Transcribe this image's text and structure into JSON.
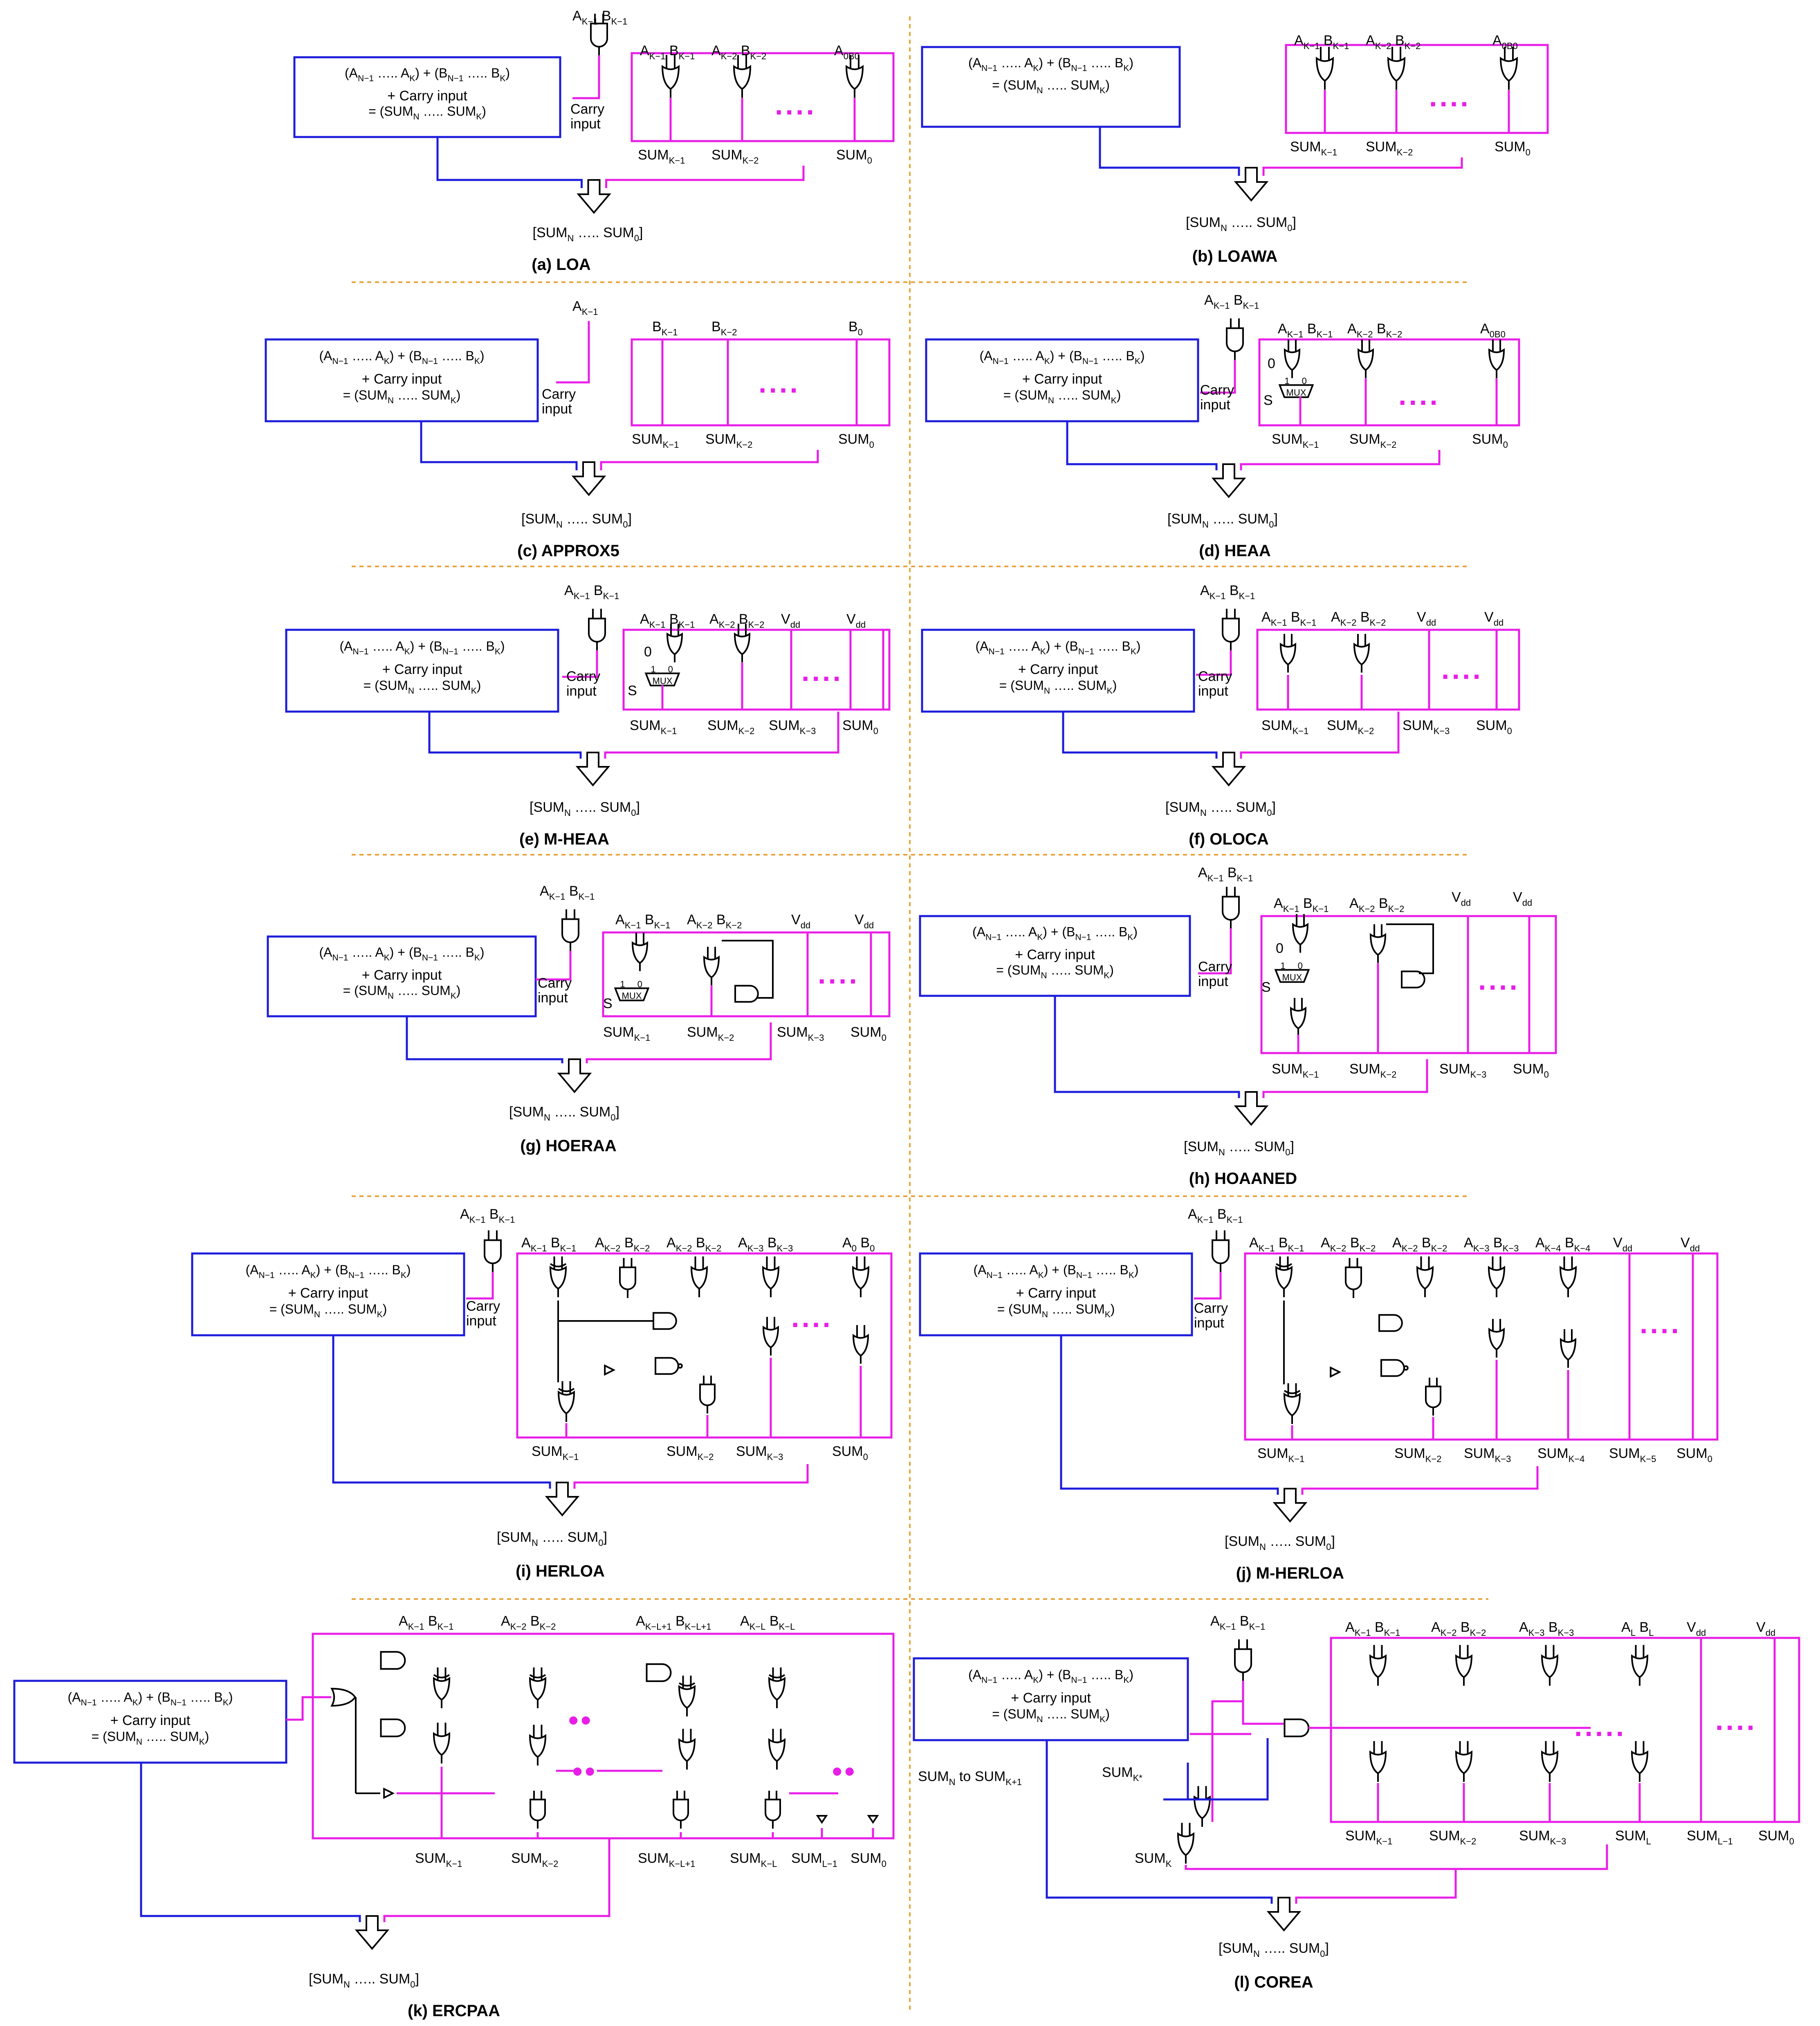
{
  "colors": {
    "approx_block": "#e81ee8",
    "exact_block": "#1d1ddb",
    "separator": "#e8a33a",
    "gates": "#000000"
  },
  "common": {
    "eq1": "(A",
    "result_label": "[SUM",
    "carry_line1": "Carry",
    "carry_line2": "input",
    "plus_carry": "+ Carry input",
    "mux_label": "MUX",
    "dots": "....",
    "vdd": "V",
    "vdd_sub": "dd"
  },
  "panels": [
    {
      "id": "a",
      "caption": "(a) LOA",
      "eq_style": "carry",
      "inputs": [
        "AK−1 BK−1",
        "AK−2 BK−2",
        "A0B0"
      ],
      "outputs": [
        "SUMK−1",
        "SUMK−2",
        "SUM0"
      ]
    },
    {
      "id": "b",
      "caption": "(b) LOAWA",
      "eq_style": "nocarry",
      "inputs": [
        "AK−1 BK−1",
        "AK−2 BK−2",
        "A0B0"
      ],
      "outputs": [
        "SUMK−1",
        "SUMK−2",
        "SUM0"
      ]
    },
    {
      "id": "c",
      "caption": "(c) APPROX5",
      "eq_style": "carry",
      "inputs": [
        "BK−1",
        "BK−2",
        "B0"
      ],
      "outputs": [
        "SUMK−1",
        "SUMK−2",
        "SUM0"
      ]
    },
    {
      "id": "d",
      "caption": "(d) HEAA",
      "eq_style": "carry",
      "inputs": [
        "AK−1 BK−1",
        "AK−2 BK−2",
        "A0B0"
      ],
      "outputs": [
        "SUMK−1",
        "SUMK−2",
        "SUM0"
      ]
    },
    {
      "id": "e",
      "caption": "(e) M-HEAA",
      "eq_style": "carry",
      "inputs": [
        "AK−1 BK−1",
        "AK−2 BK−2",
        "Vdd",
        "Vdd"
      ],
      "outputs": [
        "SUMK−1",
        "SUMK−2",
        "SUMK−3",
        "SUM0"
      ]
    },
    {
      "id": "f",
      "caption": "(f) OLOCA",
      "eq_style": "carry",
      "inputs": [
        "AK−1 BK−1",
        "AK−2 BK−2",
        "Vdd",
        "Vdd"
      ],
      "outputs": [
        "SUMK−1",
        "SUMK−2",
        "SUMK−3",
        "SUM0"
      ]
    },
    {
      "id": "g",
      "caption": "(g) HOERAA",
      "eq_style": "carry",
      "inputs": [
        "AK−1 BK−1",
        "AK−2 BK−2",
        "Vdd",
        "Vdd"
      ],
      "outputs": [
        "SUMK−1",
        "SUMK−2",
        "SUMK−3",
        "SUM0"
      ]
    },
    {
      "id": "h",
      "caption": "(h) HOAANED",
      "eq_style": "carry",
      "inputs": [
        "AK−1 BK−1",
        "AK−2 BK−2",
        "Vdd",
        "Vdd"
      ],
      "outputs": [
        "SUMK−1",
        "SUMK−2",
        "SUMK−3",
        "SUM0"
      ]
    },
    {
      "id": "i",
      "caption": "(i) HERLOA",
      "eq_style": "carry",
      "inputs": [
        "AK−1 BK−1",
        "AK−2 BK−2",
        "AK−2 BK−2",
        "AK−3 BK−3",
        "A0 B0"
      ],
      "outputs": [
        "SUMK−1",
        "SUMK−2",
        "SUMK−3",
        "SUM0"
      ]
    },
    {
      "id": "j",
      "caption": "(j) M-HERLOA",
      "eq_style": "carry",
      "inputs": [
        "AK−1 BK−1",
        "AK−2 BK−2",
        "AK−2 BK−2",
        "AK−3 BK−3",
        "AK−4 BK−4",
        "Vdd",
        "Vdd"
      ],
      "outputs": [
        "SUMK−1",
        "SUMK−2",
        "SUMK−3",
        "SUMK−4",
        "SUMK−5",
        "SUM0"
      ]
    },
    {
      "id": "k",
      "caption": "(k) ERCPAA",
      "eq_style": "carry",
      "inputs": [
        "AK−1 BK−1",
        "AK−2 BK−2",
        "AK−L+1 BK−L+1",
        "AK−L BK−L"
      ],
      "outputs": [
        "SUMK−1",
        "SUMK−2",
        "SUMK−L+1",
        "SUMK−L",
        "SUML−1",
        "SUM0"
      ]
    },
    {
      "id": "l",
      "caption": "(l) COREA",
      "eq_style": "carry",
      "inputs": [
        "AK−1 BK−1",
        "AK−2 BK−2",
        "AK−3 BK−3",
        "AL BL",
        "Vdd",
        "Vdd"
      ],
      "outputs": [
        "SUMK−1",
        "SUMK−2",
        "SUMK−3",
        "SUML",
        "SUML−1",
        "SUM0"
      ],
      "extra": [
        "SUMN to SUMK+1",
        "SUMK*",
        "SUMK"
      ]
    }
  ]
}
